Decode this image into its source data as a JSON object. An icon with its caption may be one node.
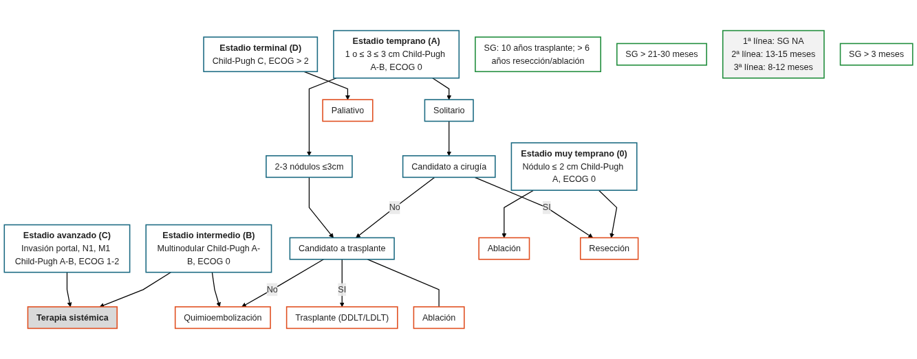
{
  "diagram": {
    "nodes": [
      {
        "text": [
          "Estadio muy temprano (0)",
          "Nódulo ≤ 2 cm Child-Pugh A, ECOG 0"
        ]
      },
      {
        "text": [
          "Estadio temprano (A)",
          "1 o ≤ 3 ≤ 3 cm Child-Pugh A-B, ECOG 0"
        ]
      },
      {
        "text": [
          "Estadio intermedio (B)",
          "Multinodular Child-Pugh A-B, ECOG 0"
        ]
      },
      {
        "text": [
          "Estadio avanzado (C)",
          "Invasión portal, N1, M1 Child-Pugh A-B, ECOG 1-2"
        ]
      },
      {
        "text": [
          "Estadio terminal (D)",
          "Child-Pugh C, ECOG > 2"
        ]
      },
      {
        "text": [
          "Solitario"
        ]
      },
      {
        "text": [
          "2-3 nódulos ≤3cm"
        ]
      },
      {
        "text": [
          "Candidato a cirugía"
        ]
      },
      {
        "text": [
          "Candidato a trasplante"
        ]
      },
      {
        "text": [
          "Ablación"
        ]
      },
      {
        "text": [
          "Resección"
        ]
      },
      {
        "text": [
          "Trasplante (DDLT/LDLT)"
        ]
      },
      {
        "text": [
          "Ablación"
        ]
      },
      {
        "text": [
          "Quimioembolización"
        ]
      },
      {
        "text": [
          "Terapia sistémica"
        ]
      },
      {
        "text": [
          "Paliativo"
        ]
      },
      {
        "text": [
          "SG: 10 años trasplante; > 6 años resección/ablación"
        ]
      },
      {
        "text": [
          "SG > 21-30 meses"
        ]
      },
      {
        "text": [
          "1ª línea: SG NA",
          "2ª línea: 13-15 meses",
          "3ª línea: 8-12 meses"
        ]
      },
      {
        "text": [
          "SG > 3 meses"
        ]
      }
    ],
    "edges": [
      {
        "from": 0,
        "to": 9,
        "arrow": "to"
      },
      {
        "from": 0,
        "to": 10,
        "arrow": "to"
      },
      {
        "from": 1,
        "to": 5,
        "arrow": "to"
      },
      {
        "from": 1,
        "to": 6,
        "arrow": "to"
      },
      {
        "from": 5,
        "to": 7,
        "arrow": "to"
      },
      {
        "from": 7,
        "to": 10,
        "label": "SI",
        "arrow": "to"
      },
      {
        "from": 7,
        "to": 8,
        "label": "No",
        "arrow": "to"
      },
      {
        "from": 6,
        "to": 8,
        "arrow": "to"
      },
      {
        "from": 8,
        "to": 11,
        "label": "SI",
        "arrow": "to"
      },
      {
        "from": 8,
        "to": 12,
        "arrow": "none"
      },
      {
        "from": 8,
        "to": 13,
        "label": "No",
        "arrow": "to"
      },
      {
        "from": 2,
        "to": 13,
        "arrow": "to"
      },
      {
        "from": 2,
        "to": 14,
        "arrow": "to"
      },
      {
        "from": 3,
        "to": 14,
        "arrow": "to"
      },
      {
        "from": 4,
        "to": 15,
        "arrow": "to"
      }
    ]
  }
}
